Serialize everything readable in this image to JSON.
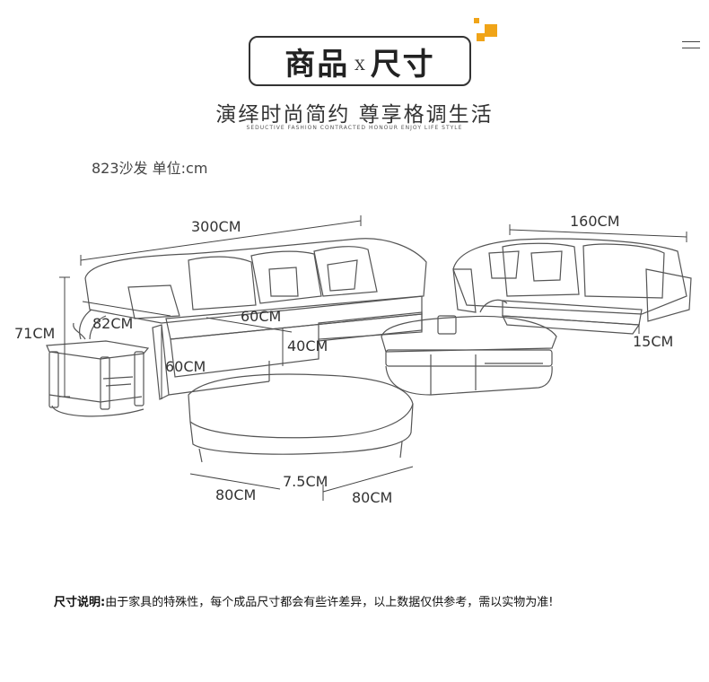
{
  "header": {
    "title_part1": "商品",
    "title_separator": "X",
    "title_part2": "尺寸",
    "accent_color": "#f0a418",
    "menu_icon": "menu-icon"
  },
  "slogan": {
    "main": "演绎时尚简约 尊享格调生活",
    "sub": "SEDUCTIVE FASHION CONTRACTED HONOUR ENJOY LIFE STYLE"
  },
  "product_label": "823沙发 单位:cm",
  "dimensions": {
    "sofa_length": "300CM",
    "loveseat_length": "160CM",
    "height": "71CM",
    "armrest": "82CM",
    "seat_depth": "60CM",
    "seat_height": "40CM",
    "side_height": "60CM",
    "leg_height": "15CM",
    "ottoman_leg": "7.5CM",
    "ottoman_width": "80CM",
    "ottoman_depth": "80CM"
  },
  "note": {
    "label": "尺寸说明:",
    "text": "由于家具的特殊性，每个成品尺寸都会有些许差异，以上数据仅供参考，需以实物为准!"
  }
}
